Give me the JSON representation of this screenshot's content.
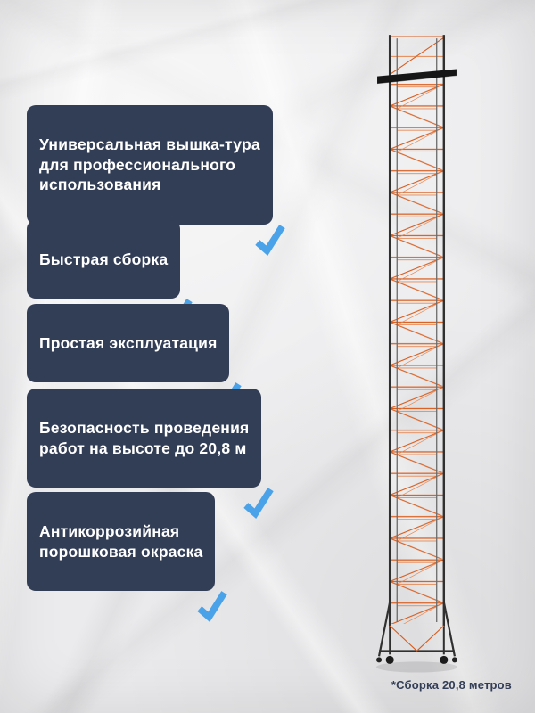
{
  "features": [
    {
      "label": "Универсальная вышка-тура\nдля профессионального\nиспользования"
    },
    {
      "label": "Быстрая сборка"
    },
    {
      "label": "Простая эксплуатация"
    },
    {
      "label": "Безопасность проведения\nработ на высоте до 20,8 м"
    },
    {
      "label": "Антикоррозийная\nпорошковая окраска"
    }
  ],
  "footnote": "*Сборка 20,8 метров",
  "icons": {
    "check": "check-icon"
  },
  "colors": {
    "badge_bg": "#323d56",
    "badge_text": "#ffffff",
    "check_blue": "#4aa3e9",
    "tower_orange": "#d95c1c",
    "tower_frame": "#303030",
    "paper": "#ebebed"
  }
}
